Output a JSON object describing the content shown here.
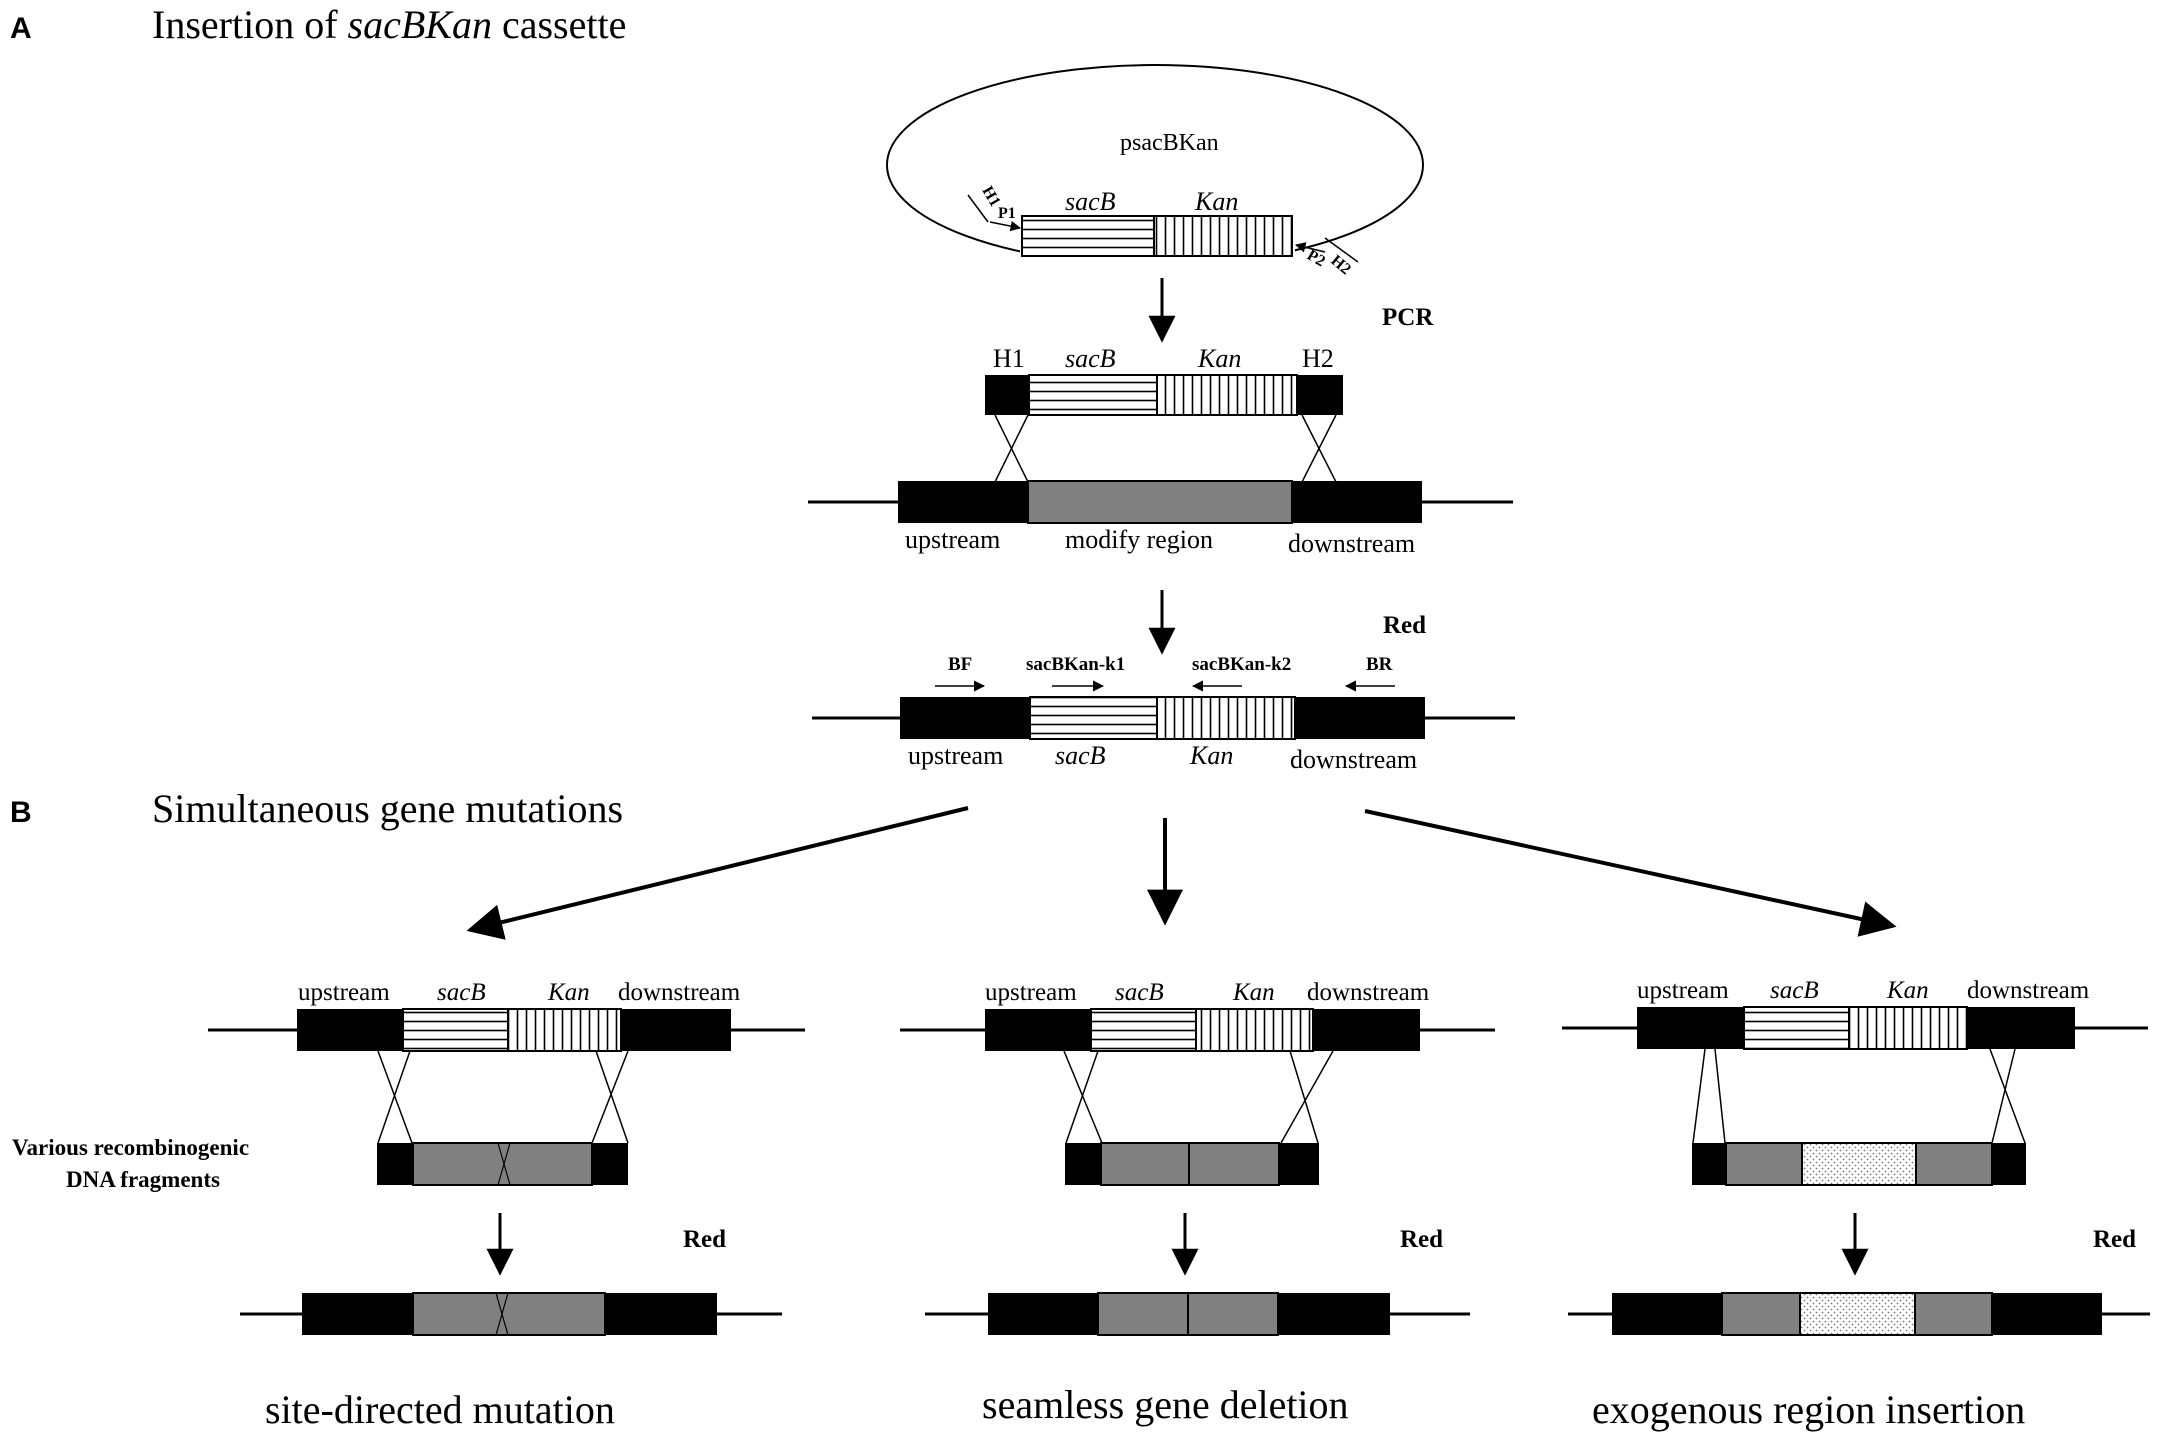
{
  "panel_a": {
    "letter": "A",
    "title_prefix": "Insertion of ",
    "title_italic": "sacBKan",
    "title_suffix": " cassette",
    "plasmid_name": "psacBKan",
    "primer_h1": "H1",
    "primer_p1": "P1",
    "primer_p2": "P2",
    "primer_h2": "H2",
    "gene_sacb": "sacB",
    "gene_kan": "Kan",
    "step_pcr": "PCR",
    "pcr_h1": "H1",
    "pcr_h2": "H2",
    "upstream": "upstream",
    "modify_region": "modify region",
    "downstream": "downstream",
    "step_red": "Red",
    "primer_bf": "BF",
    "primer_k1": "sacBKan-k1",
    "primer_k2": "sacBKan-k2",
    "primer_br": "BR"
  },
  "panel_b": {
    "letter": "B",
    "title": "Simultaneous gene mutations",
    "fragments_label_line1": "Various recombinogenic",
    "fragments_label_line2": "DNA fragments",
    "step_red": "Red",
    "upstream": "upstream",
    "downstream": "downstream",
    "gene_sacb": "sacB",
    "gene_kan": "Kan",
    "outcomes": [
      "site-directed mutation",
      "seamless gene deletion",
      "exogenous region insertion"
    ]
  },
  "colors": {
    "black": "#000000",
    "gray": "#808080",
    "white": "#ffffff"
  }
}
